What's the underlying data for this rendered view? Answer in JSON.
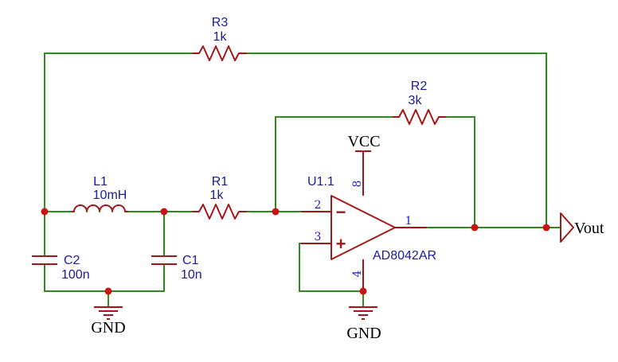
{
  "components": {
    "r3": {
      "ref": "R3",
      "value": "1k"
    },
    "r2": {
      "ref": "R2",
      "value": "3k"
    },
    "r1": {
      "ref": "R1",
      "value": "1k"
    },
    "l1": {
      "ref": "L1",
      "value": "10mH"
    },
    "c2": {
      "ref": "C2",
      "value": "100n"
    },
    "c1": {
      "ref": "C1",
      "value": "10n"
    },
    "u1": {
      "ref": "U1.1",
      "part": "AD8042AR",
      "inverting_sign": "−",
      "noninverting_sign": "+",
      "pins": {
        "out": "1",
        "inv": "2",
        "noninv": "3",
        "vneg": "4",
        "vpos": "8"
      }
    }
  },
  "nets": {
    "vcc": "VCC",
    "gnd_left": "GND",
    "gnd_right": "GND",
    "vout": "Vout"
  },
  "colors": {
    "wire": "#2e8b1e",
    "component": "#a01818",
    "junction": "#c81414",
    "designator": "#1a1a9a",
    "pin_number": "#2222cc"
  }
}
